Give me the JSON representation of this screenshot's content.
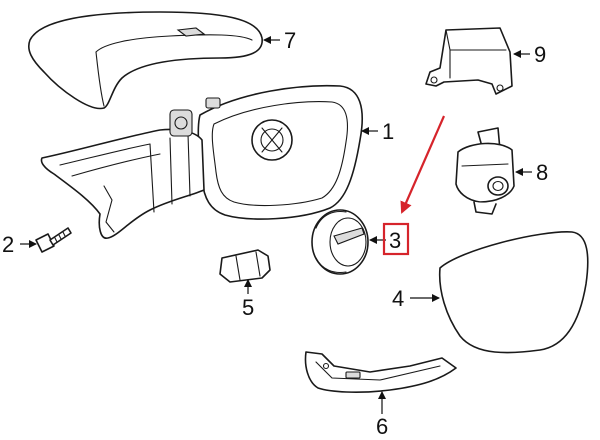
{
  "callouts": [
    {
      "id": "1",
      "label": "1"
    },
    {
      "id": "2",
      "label": "2"
    },
    {
      "id": "3",
      "label": "3",
      "highlighted": true
    },
    {
      "id": "4",
      "label": "4"
    },
    {
      "id": "5",
      "label": "5"
    },
    {
      "id": "6",
      "label": "6"
    },
    {
      "id": "7",
      "label": "7"
    },
    {
      "id": "8",
      "label": "8"
    },
    {
      "id": "9",
      "label": "9"
    }
  ],
  "colors": {
    "line": "#1a1a1a",
    "highlight": "#d6242b",
    "background": "#ffffff"
  }
}
